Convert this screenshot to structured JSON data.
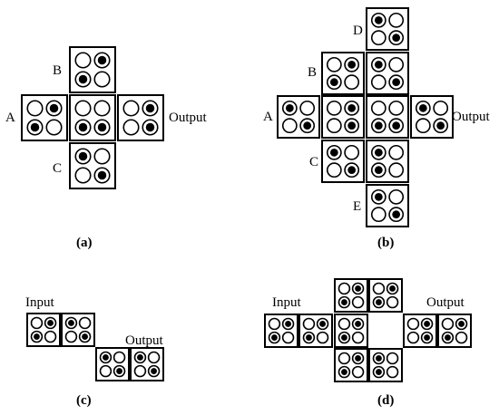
{
  "colors": {
    "background": "#ffffff",
    "ink": "#000000"
  },
  "panels": [
    {
      "caption": "(a)",
      "labels": {
        "a": "A",
        "b": "B",
        "c": "C",
        "output": "Output"
      },
      "cells": {
        "b": [
          [
            0,
            1
          ],
          [
            1,
            0
          ]
        ],
        "a": [
          [
            0,
            1
          ],
          [
            1,
            0
          ]
        ],
        "center": [
          [
            0,
            0
          ],
          [
            1,
            1
          ]
        ],
        "output": [
          [
            0,
            1
          ],
          [
            0,
            1
          ]
        ],
        "c": [
          [
            1,
            0
          ],
          [
            0,
            1
          ]
        ]
      }
    },
    {
      "caption": "(b)",
      "labels": {
        "a": "A",
        "b": "B",
        "c": "C",
        "d": "D",
        "e": "E",
        "output": "Output"
      },
      "cells": {
        "d": [
          [
            1,
            0
          ],
          [
            0,
            1
          ]
        ],
        "b": [
          [
            0,
            1
          ],
          [
            1,
            0
          ]
        ],
        "col_top": [
          [
            1,
            0
          ],
          [
            0,
            1
          ]
        ],
        "a": [
          [
            1,
            0
          ],
          [
            0,
            1
          ]
        ],
        "left_mid": [
          [
            0,
            1
          ],
          [
            0,
            1
          ]
        ],
        "center": [
          [
            0,
            0
          ],
          [
            1,
            1
          ]
        ],
        "output": [
          [
            1,
            0
          ],
          [
            0,
            1
          ]
        ],
        "c": [
          [
            1,
            0
          ],
          [
            0,
            1
          ]
        ],
        "col_low": [
          [
            1,
            0
          ],
          [
            1,
            0
          ]
        ],
        "e": [
          [
            1,
            0
          ],
          [
            0,
            1
          ]
        ]
      }
    },
    {
      "caption": "(c)",
      "labels": {
        "input": "Input",
        "output": "Output"
      },
      "cells": {
        "t1": [
          [
            0,
            1
          ],
          [
            1,
            0
          ]
        ],
        "t2": [
          [
            1,
            0
          ],
          [
            0,
            1
          ]
        ],
        "t3": [
          [
            1,
            0
          ],
          [
            0,
            1
          ]
        ],
        "t4": [
          [
            1,
            0
          ],
          [
            0,
            1
          ]
        ]
      }
    },
    {
      "caption": "(d)",
      "labels": {
        "input": "Input",
        "output": "Output"
      },
      "cells": {
        "top1": [
          [
            0,
            1
          ],
          [
            1,
            0
          ]
        ],
        "top2": [
          [
            0,
            1
          ],
          [
            1,
            0
          ]
        ],
        "l1": [
          [
            0,
            1
          ],
          [
            1,
            0
          ]
        ],
        "l2": [
          [
            0,
            1
          ],
          [
            1,
            0
          ]
        ],
        "l3": [
          [
            0,
            1
          ],
          [
            1,
            0
          ]
        ],
        "r1": [
          [
            0,
            1
          ],
          [
            0,
            1
          ]
        ],
        "r2": [
          [
            0,
            1
          ],
          [
            1,
            0
          ]
        ],
        "bot1": [
          [
            0,
            1
          ],
          [
            1,
            0
          ]
        ],
        "bot2": [
          [
            1,
            0
          ],
          [
            1,
            0
          ]
        ]
      }
    }
  ]
}
